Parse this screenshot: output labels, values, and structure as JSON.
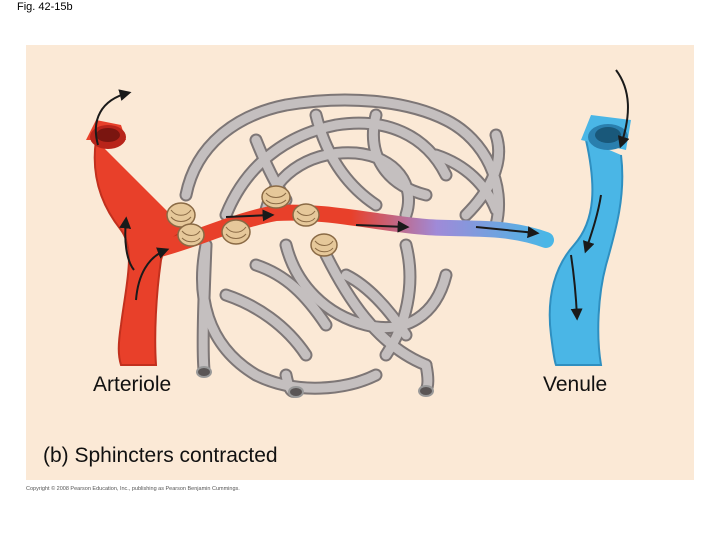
{
  "figure": {
    "number_label": "Fig. 42-15b",
    "caption": "(b) Sphincters contracted",
    "copyright": "Copyright © 2008 Pearson Education, Inc., publishing as Pearson Benjamin Cummings."
  },
  "labels": {
    "arteriole": "Arteriole",
    "venule": "Venule"
  },
  "colors": {
    "panel_background": "#fbe9d6",
    "arteriole_red": "#e8402a",
    "venule_blue": "#4ab6e6",
    "capillary_gray": "#b9b3b3",
    "sphincter_tan": "#e6c89a",
    "arrow": "#1a1a1a"
  }
}
